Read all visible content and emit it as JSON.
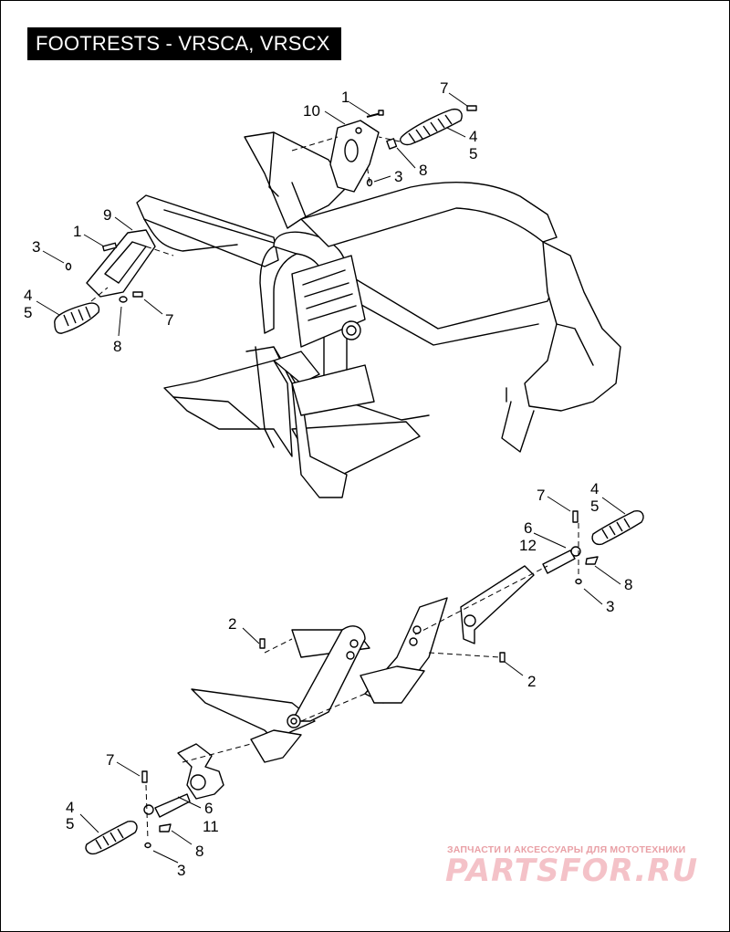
{
  "title": "FOOTRESTS - VRSCA, VRSCX",
  "watermark": {
    "tagline": "ЗАПЧАСТИ И АКСЕССУАРЫ ДЛЯ МОТОТЕХНИКИ",
    "logo": "PARTSFOR.RU",
    "color": "#e8868f"
  },
  "callouts": [
    {
      "id": "top-1",
      "text": "1"
    },
    {
      "id": "top-10",
      "text": "10"
    },
    {
      "id": "top-7",
      "text": "7"
    },
    {
      "id": "top-4",
      "text": "4"
    },
    {
      "id": "top-5",
      "text": "5"
    },
    {
      "id": "top-3",
      "text": "3"
    },
    {
      "id": "top-8",
      "text": "8"
    },
    {
      "id": "left-9",
      "text": "9"
    },
    {
      "id": "left-1",
      "text": "1"
    },
    {
      "id": "left-3",
      "text": "3"
    },
    {
      "id": "left-4",
      "text": "4"
    },
    {
      "id": "left-5",
      "text": "5"
    },
    {
      "id": "left-7",
      "text": "7"
    },
    {
      "id": "left-8",
      "text": "8"
    },
    {
      "id": "right-7",
      "text": "7"
    },
    {
      "id": "right-4",
      "text": "4"
    },
    {
      "id": "right-5",
      "text": "5"
    },
    {
      "id": "right-6",
      "text": "6"
    },
    {
      "id": "right-12",
      "text": "12"
    },
    {
      "id": "right-8",
      "text": "8"
    },
    {
      "id": "right-3",
      "text": "3"
    },
    {
      "id": "mid-2a",
      "text": "2"
    },
    {
      "id": "mid-2b",
      "text": "2"
    },
    {
      "id": "bot-7",
      "text": "7"
    },
    {
      "id": "bot-4",
      "text": "4"
    },
    {
      "id": "bot-5",
      "text": "5"
    },
    {
      "id": "bot-6",
      "text": "6"
    },
    {
      "id": "bot-11",
      "text": "11"
    },
    {
      "id": "bot-8",
      "text": "8"
    },
    {
      "id": "bot-3",
      "text": "3"
    }
  ]
}
